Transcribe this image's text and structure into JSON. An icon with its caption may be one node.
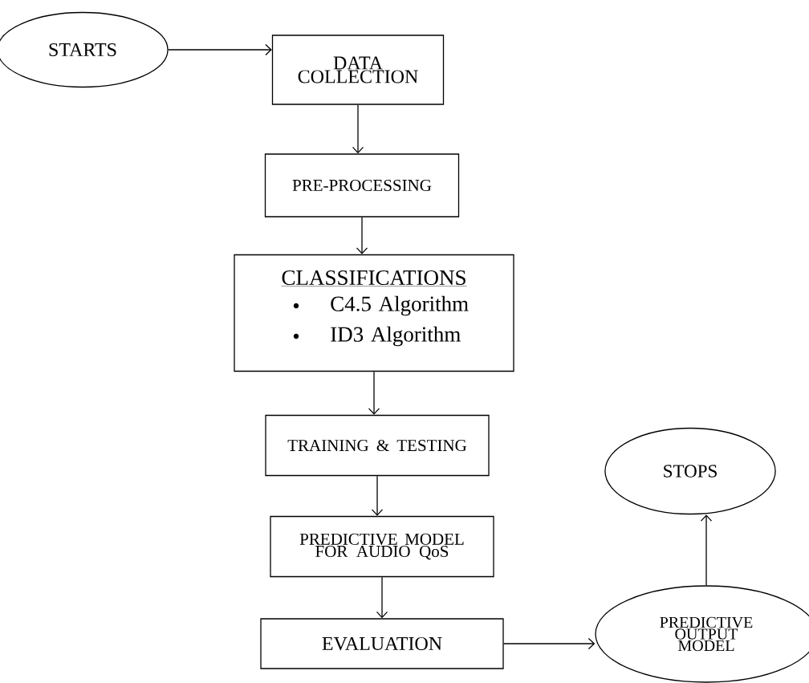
{
  "diagram": {
    "nodes": [
      {
        "text": [
          "STARTS"
        ]
      },
      {
        "text": [
          "DATA COLLECTION"
        ]
      },
      {
        "text": [
          "PRE-PROCESSING"
        ]
      },
      {
        "text": [
          "CLASSIFICATIONS",
          "C4.5 Algorithm",
          "ID3 Algorithm"
        ]
      },
      {
        "text": [
          "TRAINING & TESTING"
        ]
      },
      {
        "text": [
          "PREDICTIVE MODEL FOR AUDIO QoS"
        ]
      },
      {
        "text": [
          "EVALUATION"
        ]
      },
      {
        "text": [
          "PREDICTIVE OUTPUT MODEL"
        ]
      },
      {
        "text": [
          "STOPS"
        ]
      }
    ],
    "edges": [
      {
        "from": 0,
        "to": 1,
        "arrow": "to"
      },
      {
        "from": 1,
        "to": 2,
        "arrow": "to"
      },
      {
        "from": 2,
        "to": 3,
        "arrow": "to"
      },
      {
        "from": 3,
        "to": 4,
        "arrow": "to"
      },
      {
        "from": 4,
        "to": 5,
        "arrow": "to"
      },
      {
        "from": 5,
        "to": 6,
        "arrow": "to"
      },
      {
        "from": 6,
        "to": 7,
        "arrow": "to"
      },
      {
        "from": 7,
        "to": 8,
        "arrow": "to"
      }
    ]
  }
}
